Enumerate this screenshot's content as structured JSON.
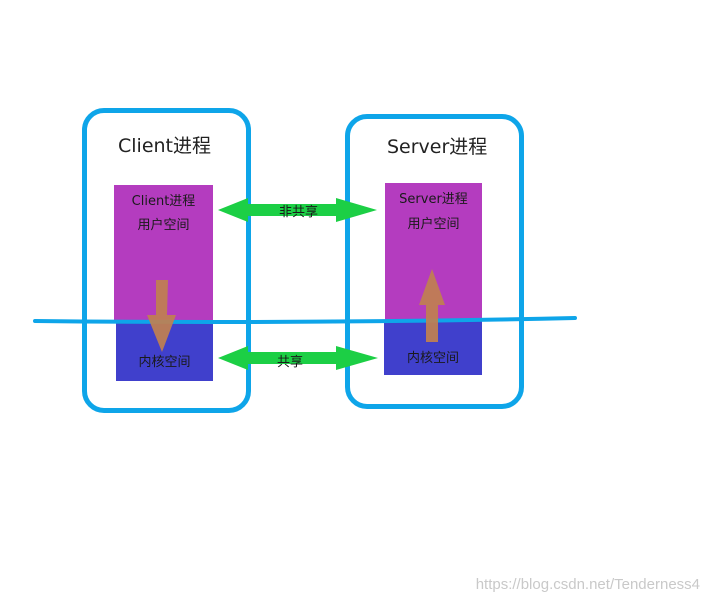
{
  "colors": {
    "box_border": "#0ea5e9",
    "user_space": "#b43cbf",
    "kernel_space": "#4040cc",
    "sync_arrow": "#1ccf45",
    "data_arrow": "#c08050",
    "divider_line": "#0ea5e9"
  },
  "client": {
    "title": "Client进程",
    "user_space_line1": "Client进程",
    "user_space_line2": "用户空间",
    "kernel_space": "内核空间",
    "data_flow": "down"
  },
  "server": {
    "title": "Server进程",
    "user_space_line1": "Server进程",
    "user_space_line2": "用户空间",
    "kernel_space": "内核空间",
    "data_flow": "up"
  },
  "links": {
    "user_space_link": "非共享",
    "kernel_space_link": "共享"
  },
  "watermark": "https://blog.csdn.net/Tenderness4"
}
